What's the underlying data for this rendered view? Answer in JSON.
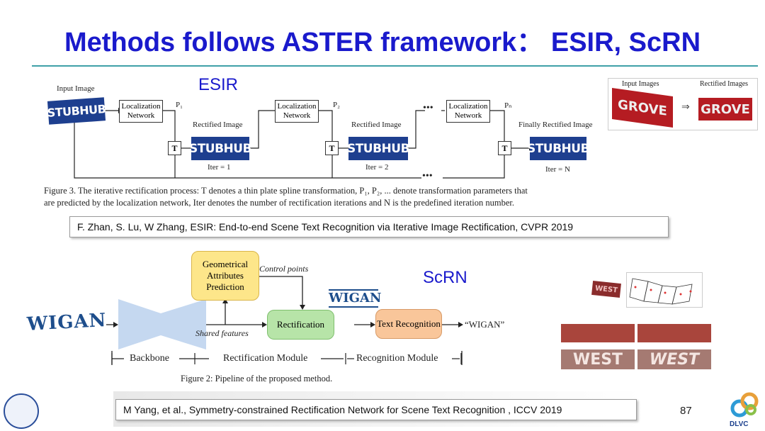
{
  "title": "Methods follows ASTER framework： ESIR, ScRN",
  "esir": {
    "label": "ESIR",
    "input_image_label": "Input Image",
    "stub_text": "STUBHUB",
    "localization": "Localization Network",
    "p1": "P₁",
    "p2": "P₂",
    "pn": "Pₙ",
    "t_label": "T",
    "rectified_image": "Rectified Image",
    "finally_rectified": "Finally Rectified Image",
    "iter1": "Iter = 1",
    "iter2": "Iter = 2",
    "itern": "Iter = N",
    "dots": "•••",
    "caption_line1": "Figure 3. The iterative rectification process: T denotes a thin plate spline transformation, P₁, P₂, ... denote transformation parameters that",
    "caption_line2": "are predicted by the localization network, Iter denotes the number of rectification iterations and N is the predefined iteration number.",
    "citation": "F. Zhan, S. Lu, W Zhang, ESIR: End-to-end Scene Text Recognition via Iterative Image Rectification, CVPR 2019"
  },
  "grove": {
    "input_images": "Input Images",
    "rectified_images": "Rectified Images",
    "word": "GROVE",
    "arrow": "⇒"
  },
  "scrn": {
    "label": "ScRN",
    "geo_box": "Geometrical Attributes Prediction",
    "control_points": "Control points",
    "shared_features": "Shared features",
    "rectification": "Rectification",
    "text_recognition": "Text Recognition",
    "output": "“WIGAN”",
    "wigan": "WIGAN",
    "backbone": "Backbone",
    "rect_module": "Rectification Module",
    "recog_module": "Recognition Module",
    "caption": "Figure 2: Pipeline of the proposed method.",
    "citation": "M Yang, et al., Symmetry-constrained Rectification Network for Scene Text Recognition , ICCV 2019"
  },
  "west": {
    "word": "WEST"
  },
  "page_number": "87",
  "footer_logo": "DLVC",
  "colors": {
    "title": "#1a1acc",
    "rule": "#3fa0a8",
    "stub_bg": "#1e3f8f",
    "geo_box": "#fde68a",
    "rect_box": "#b7e4a8",
    "recog_box": "#f9c69a",
    "backbone": "#c5d8f0"
  }
}
